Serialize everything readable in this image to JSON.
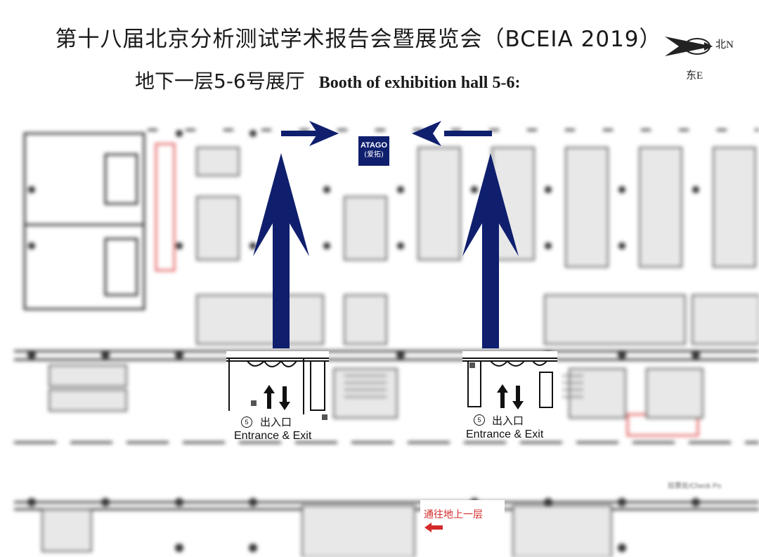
{
  "header": {
    "title_cn": "第十八届北京分析测试学术报告会暨展览会（BCEIA 2019）",
    "subtitle_cn": "地下一层5-6号展厅",
    "subtitle_en": "Booth of exhibition hall 5-6:"
  },
  "compass": {
    "north": "北N",
    "east": "东E"
  },
  "booth": {
    "name": "ATAGO",
    "name_cn": "(爱拓)"
  },
  "entrances": [
    {
      "number": "5",
      "label_cn": "出入口",
      "label_en": "Entrance & Exit"
    },
    {
      "number": "5",
      "label_cn": "出入口",
      "label_en": "Entrance & Exit"
    }
  ],
  "upper_floor_label": "通往地上一层",
  "checkpoint_label": "验票处/Check Po",
  "colors": {
    "arrow": "#0f1f6e",
    "highlight": "#d42a2a",
    "wall": "#333333"
  }
}
